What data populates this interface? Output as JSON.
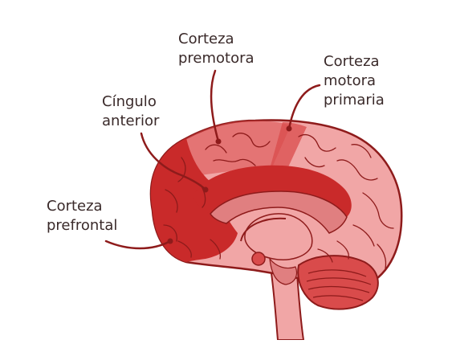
{
  "labels": {
    "premotor": {
      "line1": "Corteza",
      "line2": "premotora"
    },
    "motor": {
      "line1": "Corteza",
      "line2": "motora",
      "line3": "primaria"
    },
    "cingulate": {
      "line1": "Cíngulo",
      "line2": "anterior"
    },
    "prefrontal": {
      "line1": "Corteza",
      "line2": "prefrontal"
    }
  },
  "colors": {
    "brain_light": "#f1a6a6",
    "brain_mid": "#e07f80",
    "region_dark": "#c92a2a",
    "region_medium": "#d94b4b",
    "outline": "#8e1b1b",
    "leader_line": "#8e1b1b",
    "text": "#3a2a2a"
  }
}
